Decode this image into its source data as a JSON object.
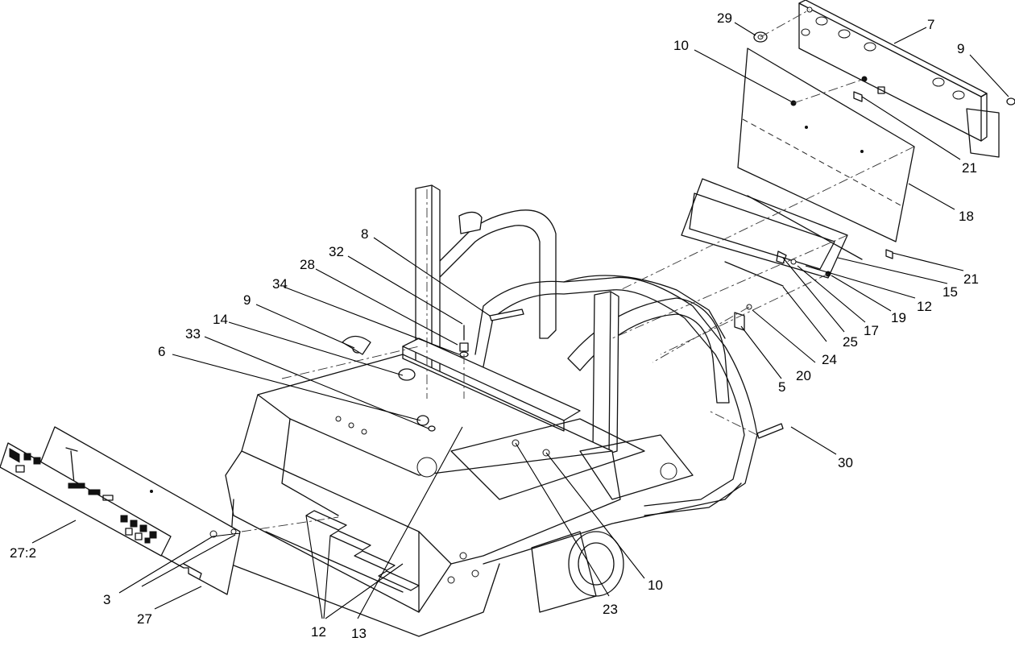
{
  "callouts": [
    {
      "id": "29",
      "label": "29"
    },
    {
      "id": "7",
      "label": "7"
    },
    {
      "id": "10-top",
      "label": "10"
    },
    {
      "id": "9-top",
      "label": "9"
    },
    {
      "id": "21-top",
      "label": "21"
    },
    {
      "id": "18",
      "label": "18"
    },
    {
      "id": "21-mid",
      "label": "21"
    },
    {
      "id": "15",
      "label": "15"
    },
    {
      "id": "12-right",
      "label": "12"
    },
    {
      "id": "19",
      "label": "19"
    },
    {
      "id": "17",
      "label": "17"
    },
    {
      "id": "25",
      "label": "25"
    },
    {
      "id": "24",
      "label": "24"
    },
    {
      "id": "20",
      "label": "20"
    },
    {
      "id": "5",
      "label": "5"
    },
    {
      "id": "30",
      "label": "30"
    },
    {
      "id": "8",
      "label": "8"
    },
    {
      "id": "32",
      "label": "32"
    },
    {
      "id": "28",
      "label": "28"
    },
    {
      "id": "34",
      "label": "34"
    },
    {
      "id": "9-left",
      "label": "9"
    },
    {
      "id": "14",
      "label": "14"
    },
    {
      "id": "33",
      "label": "33"
    },
    {
      "id": "6",
      "label": "6"
    },
    {
      "id": "27-2",
      "label": "27:2"
    },
    {
      "id": "3",
      "label": "3"
    },
    {
      "id": "27",
      "label": "27"
    },
    {
      "id": "12-bottom",
      "label": "12"
    },
    {
      "id": "13",
      "label": "13"
    },
    {
      "id": "23",
      "label": "23"
    },
    {
      "id": "10-bottom",
      "label": "10"
    }
  ]
}
